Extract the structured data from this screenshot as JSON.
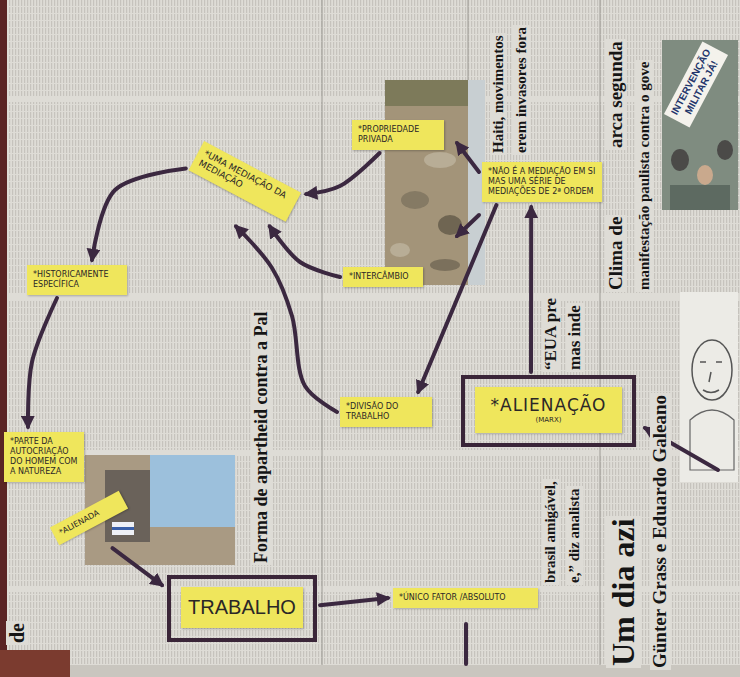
{
  "diagram": {
    "nodes": [
      {
        "text": [
          "*PROPRIEDADE PRIVADA"
        ]
      },
      {
        "text": [
          "*UMA MEDIAÇÃO DA MEDIAÇÃO"
        ]
      },
      {
        "text": [
          "*NÃO É A MEDIAÇÃO EM SI MAS UMA SÉRIE DE MEDIAÇÕES DE 2ª ORDEM"
        ]
      },
      {
        "text": [
          "*HISTORICAMENTE ESPECÍFICA"
        ]
      },
      {
        "text": [
          "*INTERCÂMBIO"
        ]
      },
      {
        "text": [
          "*ALIENAÇÃO",
          "(MARX)"
        ]
      },
      {
        "text": [
          "*DIVISÃO DO TRABALHO"
        ]
      },
      {
        "text": [
          "*PARTE DA AUTOCRIAÇÃO DO HOMEM COM A NATUREZA"
        ]
      },
      {
        "text": [
          "*ALIENADA"
        ]
      },
      {
        "text": [
          "*ÚNICO FATOR /ABSOLUTO"
        ]
      },
      {
        "text": [
          "TRABALHO"
        ]
      }
    ],
    "edges": [
      {
        "from": 0,
        "to": 1,
        "arrow": "to"
      },
      {
        "from": 4,
        "to": 1,
        "arrow": "to"
      },
      {
        "from": 6,
        "to": 1,
        "arrow": "to"
      },
      {
        "from": 1,
        "to": 3,
        "arrow": "to"
      },
      {
        "from": 3,
        "to": 7,
        "arrow": "to"
      },
      {
        "from": 8,
        "to": 10,
        "arrow": "to"
      },
      {
        "from": 10,
        "to": 9,
        "arrow": "to"
      },
      {
        "from": 5,
        "to": 2,
        "arrow": "to"
      },
      {
        "from": 2,
        "to": 6,
        "arrow": "to"
      }
    ],
    "labels": [
      "Haiti, movimentos",
      "erem invasores fora",
      "arca segunda",
      "Clima de",
      "manifestação paulista contra o gove",
      "INTERVENÇÃO MILITAR JÁ!",
      "“EUA pre",
      "mas inde",
      "Forma de apartheid contra a Pal",
      "brasil amigável,",
      "e,” diz analista",
      "Um dia azi",
      "Günter Grass e Eduardo Galeano",
      "de"
    ]
  }
}
